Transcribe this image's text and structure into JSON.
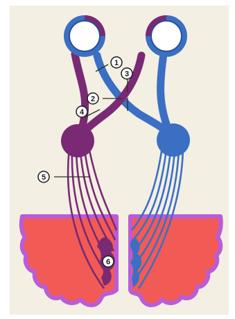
{
  "markers": [
    {
      "id": "marker-1",
      "label": "1"
    },
    {
      "id": "marker-2",
      "label": "2"
    },
    {
      "id": "marker-3",
      "label": "3"
    },
    {
      "id": "marker-4",
      "label": "4"
    },
    {
      "id": "marker-5",
      "label": "5"
    },
    {
      "id": "marker-6",
      "label": "6"
    }
  ],
  "colors": {
    "background": "#f3efe2",
    "left_pathway": "#7a2a74",
    "left_pathway_light": "#9b3b8c",
    "right_pathway": "#3b6fc4",
    "right_pathway_light": "#4f86da",
    "cortex_fill": "#f25a55",
    "cortex_edge": "#b95cd8",
    "lesion_line": "#2d2d2d"
  }
}
